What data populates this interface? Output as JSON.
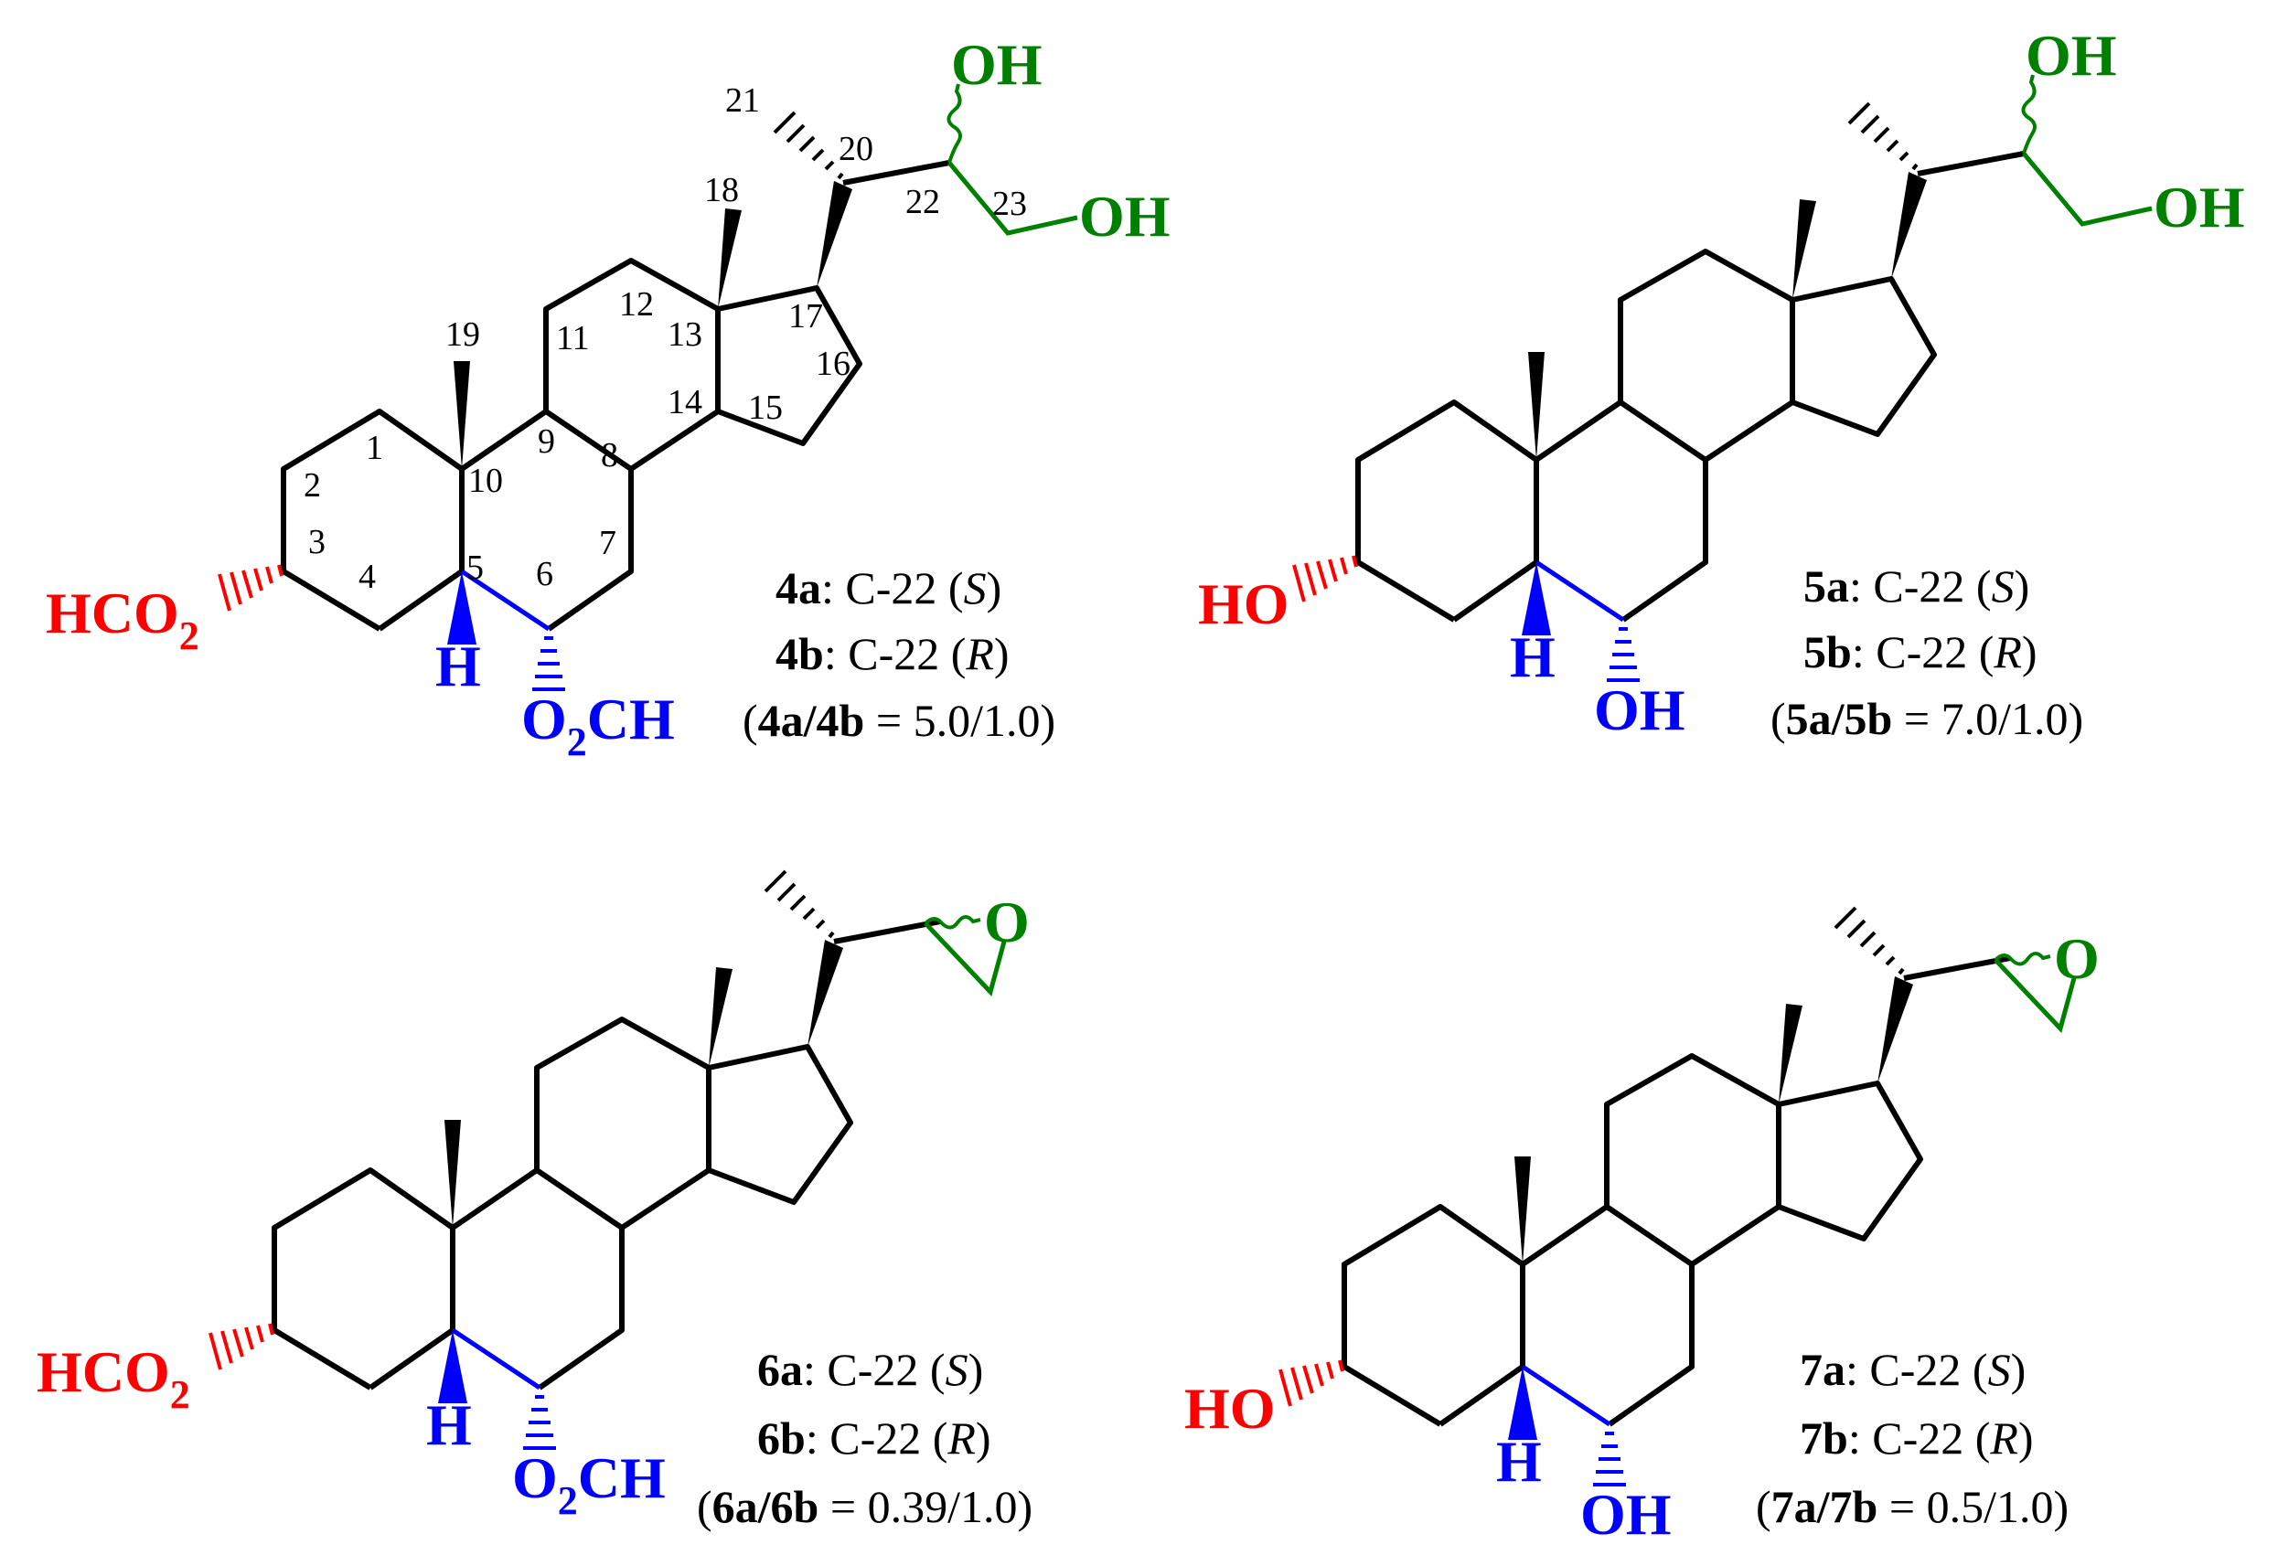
{
  "colors": {
    "bond": "#000000",
    "red": "#ff0000",
    "blue": "#0000ff",
    "green": "#008000"
  },
  "atom_numbers": [
    "1",
    "2",
    "3",
    "4",
    "5",
    "6",
    "7",
    "8",
    "9",
    "10",
    "11",
    "12",
    "13",
    "14",
    "15",
    "16",
    "17",
    "18",
    "19",
    "20",
    "21",
    "22",
    "23"
  ],
  "compounds": [
    {
      "id": "4",
      "a_label": "4a",
      "b_label": "4b",
      "a_config": "C-22 (",
      "b_config": "C-22 (",
      "a_desc": "S",
      "b_desc": "R",
      "close": ")",
      "ratio_label": "4a/4b",
      "ratio_value": "5.0/1.0",
      "c3_group": "HCO",
      "c3_sub": "2",
      "c6_group_main": "O",
      "c6_group_sub": "2",
      "c6_group_tail": "CH",
      "c5_h": "H",
      "side_oh_top": "OH",
      "side_oh_right": "OH"
    },
    {
      "id": "5",
      "a_label": "5a",
      "b_label": "5b",
      "a_config": "C-22 (",
      "b_config": "C-22 (",
      "a_desc": "S",
      "b_desc": "R",
      "close": ")",
      "ratio_label": "5a/5b",
      "ratio_value": "7.0/1.0",
      "c3_group": "HO",
      "c6_group": "OH",
      "c5_h": "H",
      "side_oh_top": "OH",
      "side_oh_right": "OH"
    },
    {
      "id": "6",
      "a_label": "6a",
      "b_label": "6b",
      "a_config": "C-22 (",
      "b_config": "C-22 (",
      "a_desc": "S",
      "b_desc": "R",
      "close": ")",
      "ratio_label": "6a/6b",
      "ratio_value": "0.39/1.0",
      "c3_group": "HCO",
      "c3_sub": "2",
      "c6_group_main": "O",
      "c6_group_sub": "2",
      "c6_group_tail": "CH",
      "c5_h": "H",
      "epoxide_o": "O"
    },
    {
      "id": "7",
      "a_label": "7a",
      "b_label": "7b",
      "a_config": "C-22 (",
      "b_config": "C-22 (",
      "a_desc": "S",
      "b_desc": "R",
      "close": ")",
      "ratio_label": "7a/7b",
      "ratio_value": "0.5/1.0",
      "c3_group": "HO",
      "c6_group": "OH",
      "c5_h": "H",
      "epoxide_o": "O"
    }
  ],
  "ratio_eq": " = "
}
